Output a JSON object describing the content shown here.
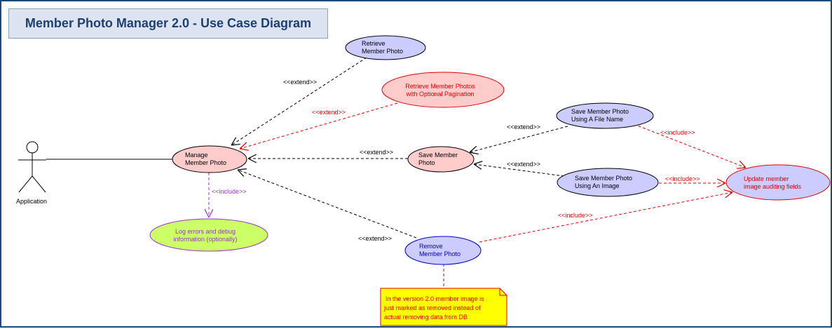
{
  "title": "Member Photo Manager 2.0 - Use Case Diagram",
  "actor": {
    "name": "Application"
  },
  "use_cases": {
    "retrieve": [
      "Retrieve",
      "Member Photo"
    ],
    "retrieve_paginated": [
      "Retrieve Member Photos",
      "with Optional Pagination"
    ],
    "manage": [
      "Manage",
      "Member Photo"
    ],
    "save": [
      "Save Member",
      "Photo"
    ],
    "save_file": [
      "Save Member Photo",
      "Using A File Name"
    ],
    "save_image": [
      "Save Member Photo",
      "Using An Image"
    ],
    "update_audit": [
      "Update member",
      "image auditing fields"
    ],
    "log_errors": [
      "Log errors and debug",
      "information (optionally)"
    ],
    "remove": [
      "Remove",
      "Member Photo"
    ]
  },
  "relations": {
    "extend": "<<extend>>",
    "include": "<<include>>"
  },
  "note": [
    "In the version 2.0 member image is",
    "just marked as removed instead of",
    "actual removing data from DB"
  ],
  "colors": {
    "blue_fill": "#ccccff",
    "pink_fill": "#ffcccc",
    "green_fill": "#ccff66",
    "note_fill": "#ffff00",
    "red": "#e00000",
    "purple": "#9933cc",
    "title_bg": "#dbe4f0",
    "title_text": "#1f3f73"
  }
}
